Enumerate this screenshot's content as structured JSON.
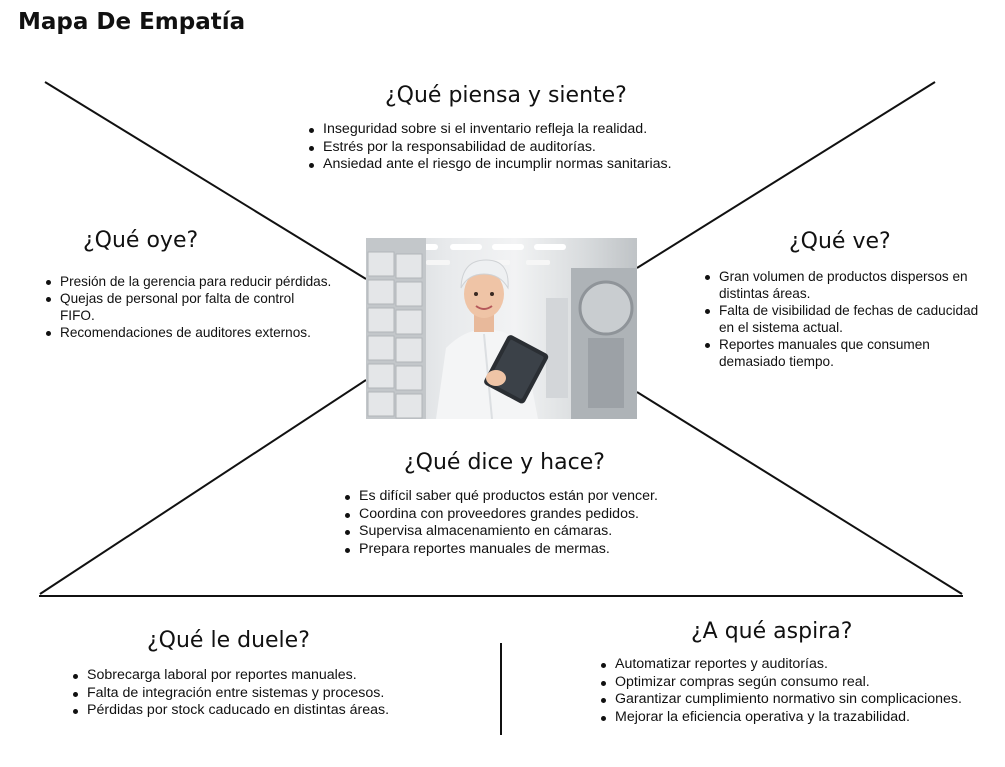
{
  "title": "Mapa De Empatía",
  "sections": {
    "piensa": {
      "heading": "¿Qué piensa y siente?",
      "items": [
        "Inseguridad sobre si el inventario refleja la realidad.",
        "Estrés por la responsabilidad de auditorías.",
        "Ansiedad ante el riesgo de incumplir normas sanitarias."
      ]
    },
    "oye": {
      "heading": "¿Qué oye?",
      "items": [
        "Presión de la gerencia para reducir pérdidas.",
        "Quejas de personal por falta de control FIFO.",
        "Recomendaciones de auditores externos."
      ]
    },
    "ve": {
      "heading": "¿Qué ve?",
      "items": [
        "Gran volumen de productos dispersos en distintas áreas.",
        "Falta de visibilidad de fechas de caducidad en el sistema actual.",
        "Reportes manuales que consumen demasiado tiempo."
      ]
    },
    "dice": {
      "heading": "¿Qué dice y hace?",
      "items": [
        "Es difícil saber qué productos están por vencer.",
        "Coordina con proveedores grandes pedidos.",
        "Supervisa almacenamiento en cámaras.",
        "Prepara reportes manuales de mermas."
      ]
    },
    "duele": {
      "heading": "¿Qué le duele?",
      "items": [
        "Sobrecarga laboral por reportes manuales.",
        "Falta de integración entre sistemas y procesos.",
        "Pérdidas por stock caducado en distintas áreas."
      ]
    },
    "aspira": {
      "heading": "¿A qué aspira?",
      "items": [
        "Automatizar reportes y auditorías.",
        "Optimizar compras según consumo real.",
        "Garantizar cumplimiento normativo sin complicaciones.",
        "Mejorar la eficiencia operativa y la trazabilidad."
      ]
    }
  }
}
